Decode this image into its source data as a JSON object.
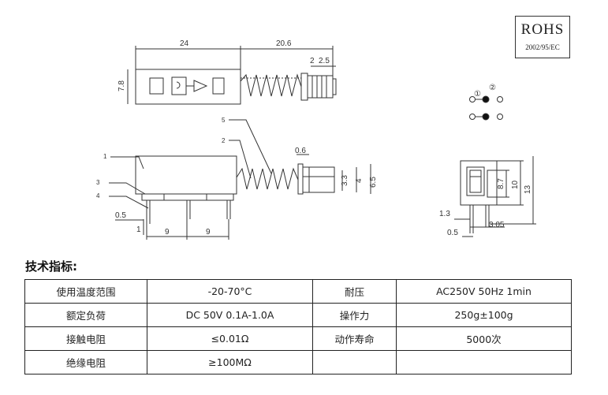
{
  "rohs": {
    "title": "ROHS",
    "subtitle": "2002/95/EC"
  },
  "drawing": {
    "dims": {
      "d24": "24",
      "d206": "20.6",
      "d2": "2",
      "d25": "2.5",
      "d78": "7.8",
      "d06": "0.6",
      "d33": "3.3",
      "d4": "4",
      "d65": "6.5",
      "d05": "0.5",
      "d9a": "9",
      "d9b": "9",
      "d1": "1",
      "d87": "8.7",
      "d10": "10",
      "d13": "13",
      "d13b": "1.3",
      "d05b": "0.5",
      "d305": "3.05"
    },
    "callouts": {
      "c1": "1",
      "c2": "2",
      "c3": "3",
      "c4": "4",
      "c5": "5"
    },
    "pin_labels": {
      "p1": "①",
      "p2": "②"
    }
  },
  "section_title": "技术指标:",
  "specs": {
    "rows": [
      [
        "使用温度范围",
        "-20-70°C",
        "耐压",
        "AC250V 50Hz 1min"
      ],
      [
        "额定负荷",
        "DC 50V 0.1A-1.0A",
        "操作力",
        "250g±100g"
      ],
      [
        "接触电阻",
        "≤0.01Ω",
        "动作寿命",
        "5000次"
      ],
      [
        "绝缘电阻",
        "≥100MΩ",
        "",
        ""
      ]
    ]
  }
}
